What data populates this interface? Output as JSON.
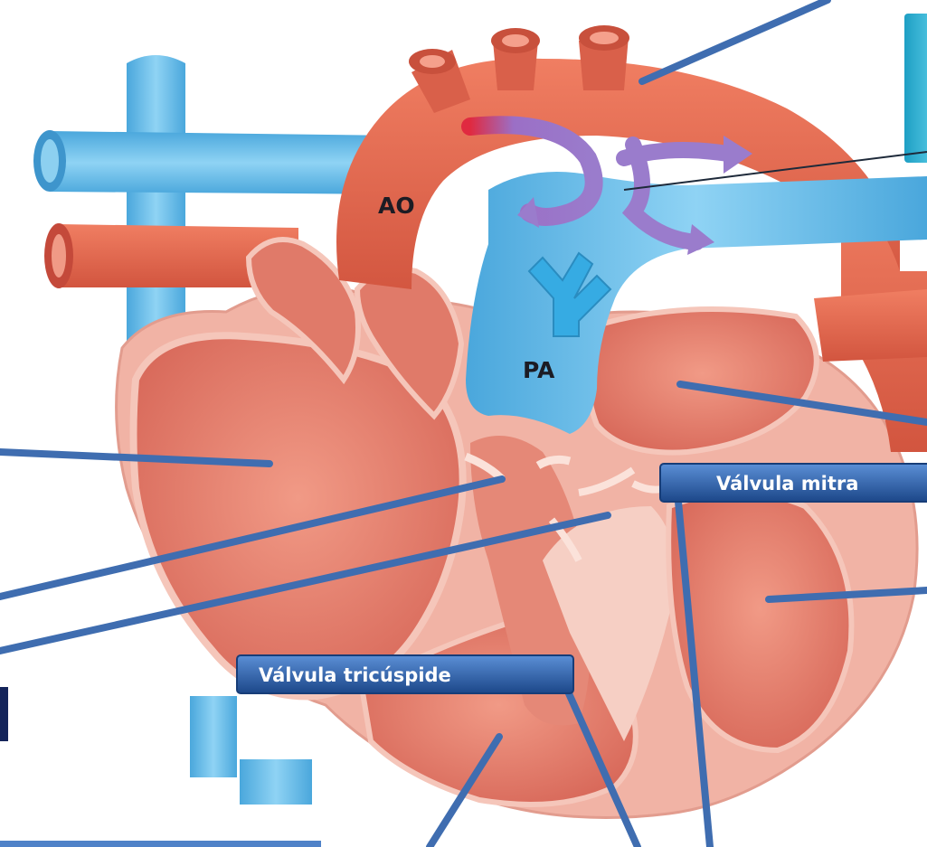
{
  "labels": {
    "ao": "AO",
    "pa": "PA",
    "mitral_valve": "Válvula mitra",
    "tricuspid_valve": "Válvula tricúspide"
  },
  "colors": {
    "vein_blue": "#6cc0ea",
    "artery_red": "#e2664f",
    "heart_pink": "#e98a7a",
    "chamber": "#dd7466",
    "septum": "#f2c4b8",
    "pointer_line": "#3f6db0",
    "label_box_top": "#4f82c8",
    "label_box_bottom": "#1f4a8c",
    "flow_arrow": "#9b74c4",
    "flow_arrow_red": "#e0334a",
    "pa_arrow": "#3fb0e6",
    "cyan_box": "#1aa6c8"
  }
}
